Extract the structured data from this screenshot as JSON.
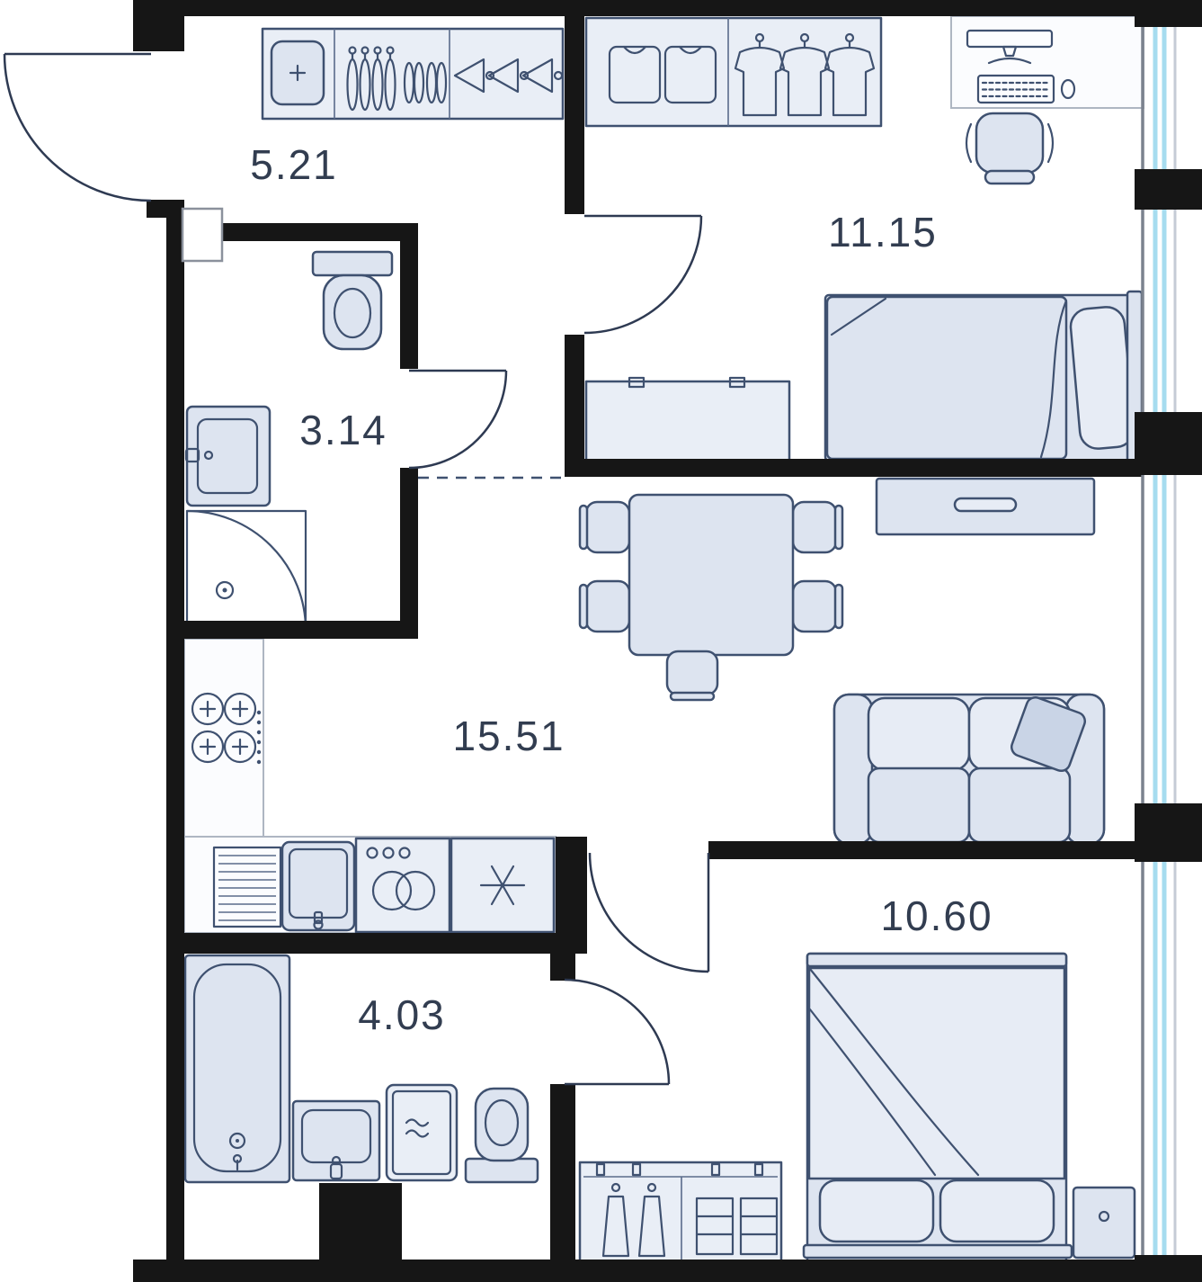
{
  "title": "Apartment floor plan",
  "rooms": [
    {
      "name": "hallway",
      "area": "5.21"
    },
    {
      "name": "bathroom-small",
      "area": "3.14"
    },
    {
      "name": "bedroom-1",
      "area": "11.15"
    },
    {
      "name": "living-kitchen",
      "area": "15.51"
    },
    {
      "name": "bathroom-large",
      "area": "4.03"
    },
    {
      "name": "bedroom-2",
      "area": "10.60"
    }
  ],
  "colors": {
    "wall": "#161616",
    "furniture_fill": "#dde4f0",
    "furniture_stroke": "#3f5170",
    "counter_fill": "#fbfcfe",
    "counter_stroke": "#aeb6c2",
    "glass": "#a6dcef",
    "label": "#323d50",
    "door": "#2e3a52"
  },
  "icons": {
    "hanger-icon": "wire-hanger shape",
    "shoes-icon": "shoe pair ovals",
    "shirt-icon": "t-shirt outline",
    "monitor-icon": "desktop monitor",
    "keyboard-icon": "key grid",
    "mouse-icon": "small oval",
    "burner-icon": "circle with plus",
    "snowflake-icon": "six-spoke snowflake",
    "wave-icon": "laundry waves",
    "drain-icon": "circle with dot",
    "plus-icon": "small plus"
  }
}
